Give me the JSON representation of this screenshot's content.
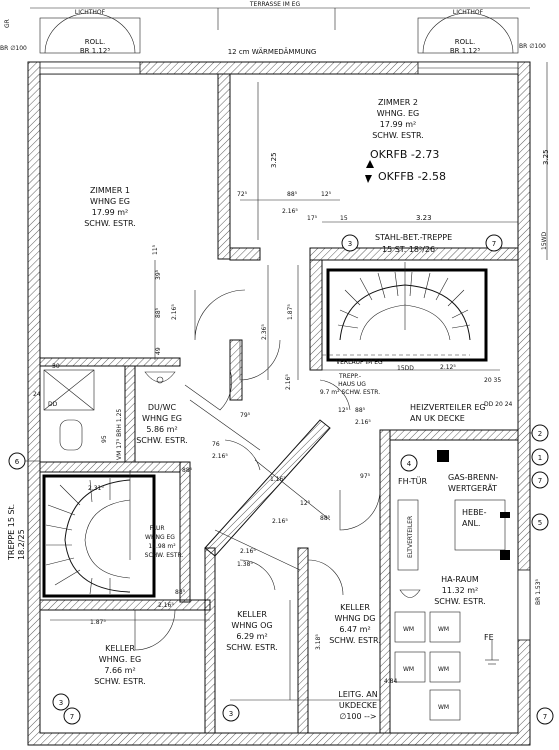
{
  "top": {
    "lichthof_left": "LICHTHOF",
    "terrasse": "TERRASSE IM EG",
    "lichthof_right": "LICHTHOF",
    "roll_left": "ROLL.",
    "br_left": "BR 1.12⁵",
    "roll_right": "ROLL.",
    "br_right": "BR 1.12⁵",
    "br100_left": "BR ∅100",
    "br100_right": "BR ∅100",
    "insulation": "12 cm WÄRMEDÄMMUNG",
    "gr": "GR"
  },
  "rooms": {
    "zimmer1": {
      "name": "ZIMMER 1",
      "line2": "WHNG EG",
      "area": "17.99 m²",
      "floor": "SCHW. ESTR."
    },
    "zimmer2": {
      "name": "ZIMMER 2",
      "line2": "WHNG. EG",
      "area": "17.99 m²",
      "floor": "SCHW. ESTR."
    },
    "duwc": {
      "name": "DU/WC",
      "line2": "WHNG EG",
      "area": "5.86 m²",
      "floor": "SCHW. ESTR."
    },
    "flur": {
      "name": "FLUR",
      "line2": "WHNG EG",
      "area": "11.98 m²",
      "floor": "SCHW. ESTR."
    },
    "keller_eg": {
      "name": "KELLER",
      "line2": "WHNG. EG",
      "area": "7.66 m²",
      "floor": "SCHW. ESTR."
    },
    "keller_og": {
      "name": "KELLER",
      "line2": "WHNG OG",
      "area": "6.29 m²",
      "floor": "SCHW. ESTR."
    },
    "keller_dg": {
      "name": "KELLER",
      "line2": "WHNG DG",
      "area": "6.47 m²",
      "floor": "SCHW. ESTR."
    },
    "ha_raum": {
      "name": "HA-RAUM",
      "area": "11.32 m²",
      "floor": "SCHW. ESTR."
    },
    "treppenhaus": {
      "name": "TREPP.-",
      "line2": "HAUS UG",
      "area": "9.7 m² SCHW. ESTR."
    }
  },
  "labels": {
    "okrfb1": "OKRFB -2.73",
    "okffb2": "OKFFB -2.58",
    "stahl_treppe": "STAHL-BET.-TREPPE",
    "stufen": "15 ST. 18²/26",
    "verlauf": "VERLAUF IM EG",
    "heizverteiler": "HEIZVERTEILER EG",
    "an_uk_decke": "AN UK DECKE",
    "gas_brenn": "GAS-BRENN-",
    "wertgeraet": "WERTGERÄT",
    "fh_tuer": "FH-TÜR",
    "hebe": "HEBE-",
    "anl": "ANL.",
    "eltverteiler": "ELTVERTEILER",
    "fe": "FE",
    "wm": "WM",
    "leitg": "LEITG. AN",
    "ukdecke": "UKDECKE",
    "d100": "∅100 -->",
    "treppe_side": "TREPPE 15 St.",
    "treppe_side2": "18.2/25",
    "br_right_side": "BR 1.53⁵",
    "dd": "DD",
    "vm": "VM 17⁵ BRH 1.25",
    "sdd": "15DD",
    "swd": "15WD"
  },
  "dims": {
    "d_325_a": "3.25",
    "d_325_b": "3.25",
    "d_323": "3.23",
    "d_725": "72⁵",
    "d_885_a": "88⁵",
    "d_125_a": "12⁵",
    "d_2165_a": "2.16⁵",
    "d_175": "17⁵",
    "d_15": "15",
    "d_115": "11⁵",
    "d_395": "39⁵",
    "d_885_b": "88⁵",
    "d_2165_b": "2.16⁵",
    "d_49": "49",
    "d_2365": "2.36⁵",
    "d_1875_a": "1.87⁵",
    "d_2125": "2.12⁵",
    "d_2165_c": "2.16⁵",
    "d_885_c": "88⁵",
    "d_125_b": "12⁵",
    "d_2165_d": "2.16⁵",
    "d_20_35": "20  35",
    "d_20_24": "DD 20 24",
    "d_30": "30",
    "d_24": "24",
    "d_95": "95",
    "d_76": "76",
    "d_795": "79⁵",
    "d_2165_e": "2.16⁵",
    "d_885_d": "88⁵",
    "d_2315": "2.31⁵",
    "d_1875_b": "1.87⁵",
    "d_885_e": "88⁵",
    "d_2165_f": "2.16⁵",
    "d_1385": "1.38⁵",
    "d_2165_g": "2.16⁵",
    "d_1165": "1.16⁵",
    "d_2165_h": "2.16⁵",
    "d_975": "97⁵",
    "d_3185": "3.18⁵",
    "d_484": "4.84",
    "d_125_c": "12⁵",
    "d_885_f": "88⁵"
  },
  "markers": {
    "m3": "3",
    "m7": "7",
    "m6": "6",
    "m4": "4",
    "m2": "2",
    "m1": "1",
    "m5": "5"
  }
}
